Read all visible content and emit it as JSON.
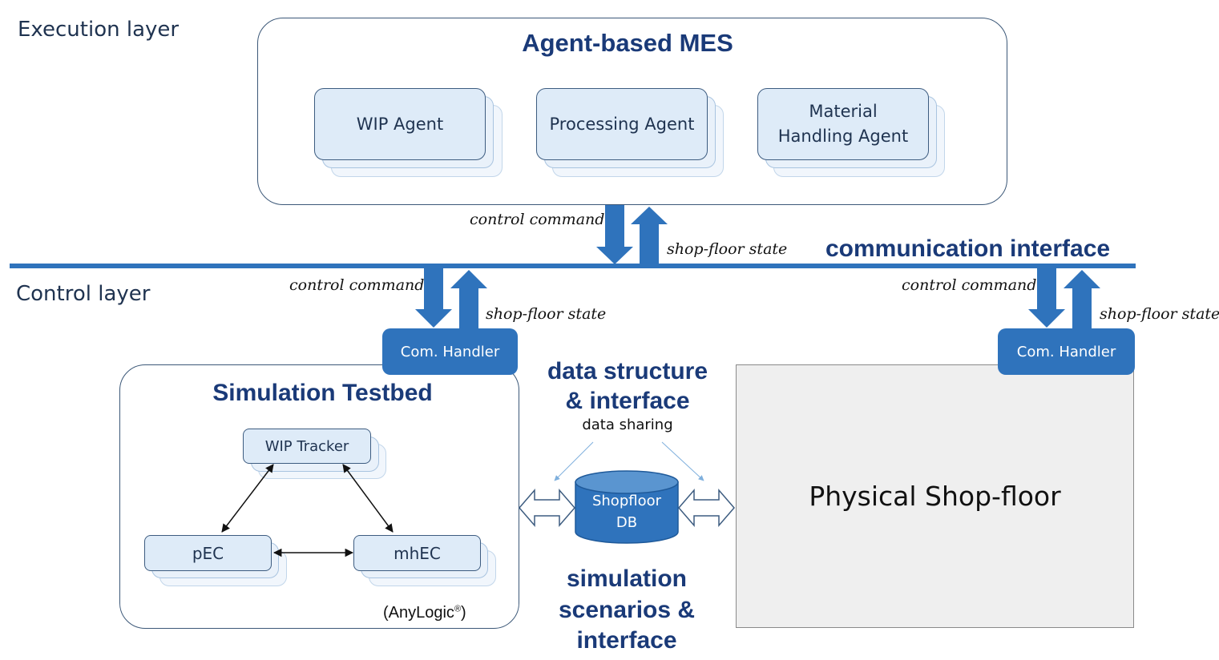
{
  "layers": {
    "execution": "Execution layer",
    "control": "Control layer"
  },
  "mes": {
    "title": "Agent-based MES",
    "agents": [
      {
        "line1": "WIP Agent",
        "line2": ""
      },
      {
        "line1": "Processing Agent",
        "line2": ""
      },
      {
        "line1": "Material",
        "line2": "Handling Agent"
      }
    ]
  },
  "comm": {
    "title": "communication interface",
    "control_command": "control command",
    "shop_floor_state": "shop-floor state"
  },
  "handlers": {
    "left": "Com. Handler",
    "right": "Com. Handler"
  },
  "testbed": {
    "title": "Simulation Testbed",
    "wip_tracker": "WIP Tracker",
    "pec": "pEC",
    "mhec": "mhEC",
    "tool": "(AnyLogic",
    "tool_mark": "®",
    "tool_end": ")"
  },
  "data_interface": {
    "line1": "data structure",
    "line2": "& interface",
    "sub": "data sharing"
  },
  "db": {
    "line1": "Shopfloor",
    "line2": "DB"
  },
  "scenarios": {
    "line1": "simulation",
    "line2": "scenarios &",
    "line3": "interface"
  },
  "physical": {
    "label": "Physical Shop-floor"
  },
  "colors": {
    "accent_blue": "#2f73bc",
    "title_navy": "#1a3a78",
    "card_fill": "#deebf8",
    "physical_fill": "#efefef"
  }
}
